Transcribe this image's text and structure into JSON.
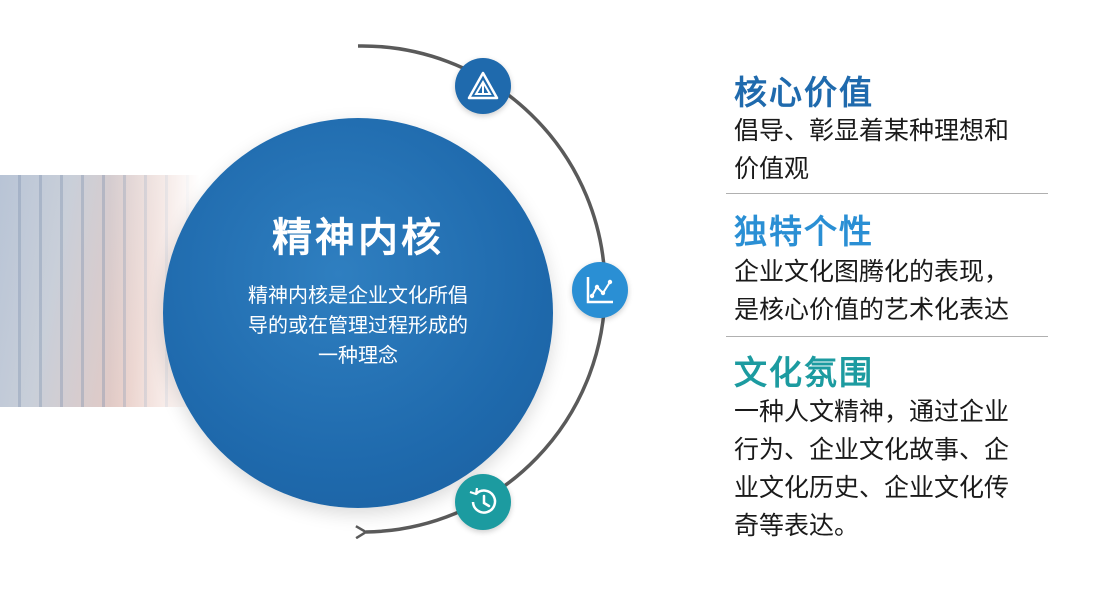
{
  "core": {
    "title": "精神内核",
    "desc_lines": [
      "精神内核是企业文化所倡",
      "导的或在管理过程形成的",
      "一种理念"
    ]
  },
  "nodes": [
    {
      "icon": "triangle-icon",
      "color": "#1f6aad"
    },
    {
      "icon": "line-chart-icon",
      "color": "#2a8fd4"
    },
    {
      "icon": "history-clock-icon",
      "color": "#1c9ba0"
    }
  ],
  "sections": [
    {
      "title": "核心价值",
      "title_color": "#1f6aad",
      "lines": [
        "倡导、彰显着某种理想和",
        "价值观"
      ]
    },
    {
      "title": "独特个性",
      "title_color": "#2a8fd4",
      "lines": [
        "企业文化图腾化的表现，",
        "是核心价值的艺术化表达"
      ]
    },
    {
      "title": "文化氛围",
      "title_color": "#1c9ba0",
      "lines": [
        "一种人文精神，通过企业",
        "行为、企业文化故事、企",
        "业文化历史、企业文化传",
        "奇等表达。"
      ]
    }
  ]
}
